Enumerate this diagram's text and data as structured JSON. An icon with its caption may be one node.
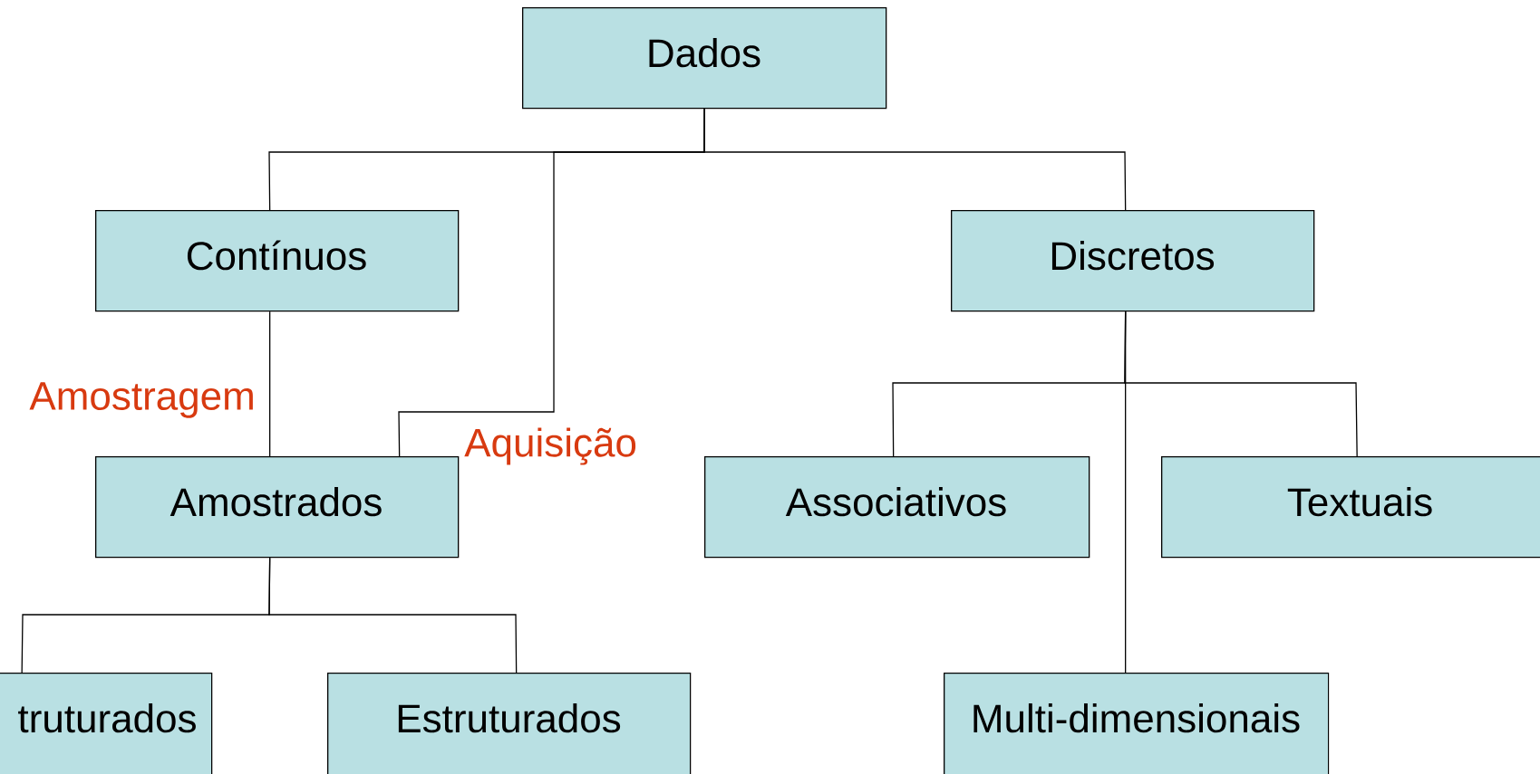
{
  "diagram": {
    "nodes": [
      {
        "text": [
          "Dados"
        ]
      },
      {
        "text": [
          "Contínuos"
        ]
      },
      {
        "text": [
          "Discretos"
        ]
      },
      {
        "text": [
          "Amostrados"
        ]
      },
      {
        "text": [
          "Associativos"
        ]
      },
      {
        "text": [
          "Textuais"
        ]
      },
      {
        "text": [
          "truturados"
        ]
      },
      {
        "text": [
          "Estruturados"
        ]
      },
      {
        "text": [
          "Multi-dimensionais"
        ]
      }
    ],
    "edges": [
      {
        "from": 0,
        "to": 1,
        "arrow": "none"
      },
      {
        "from": 0,
        "to": 2,
        "arrow": "none"
      },
      {
        "from": 0,
        "to": 3,
        "arrow": "none",
        "label": "Aquisição"
      },
      {
        "from": 1,
        "to": 3,
        "arrow": "none",
        "label": "Amostragem"
      },
      {
        "from": 2,
        "to": 4,
        "arrow": "none"
      },
      {
        "from": 2,
        "to": 5,
        "arrow": "none"
      },
      {
        "from": 2,
        "to": 8,
        "arrow": "none"
      },
      {
        "from": 3,
        "to": 6,
        "arrow": "none"
      },
      {
        "from": 3,
        "to": 7,
        "arrow": "none"
      }
    ]
  }
}
